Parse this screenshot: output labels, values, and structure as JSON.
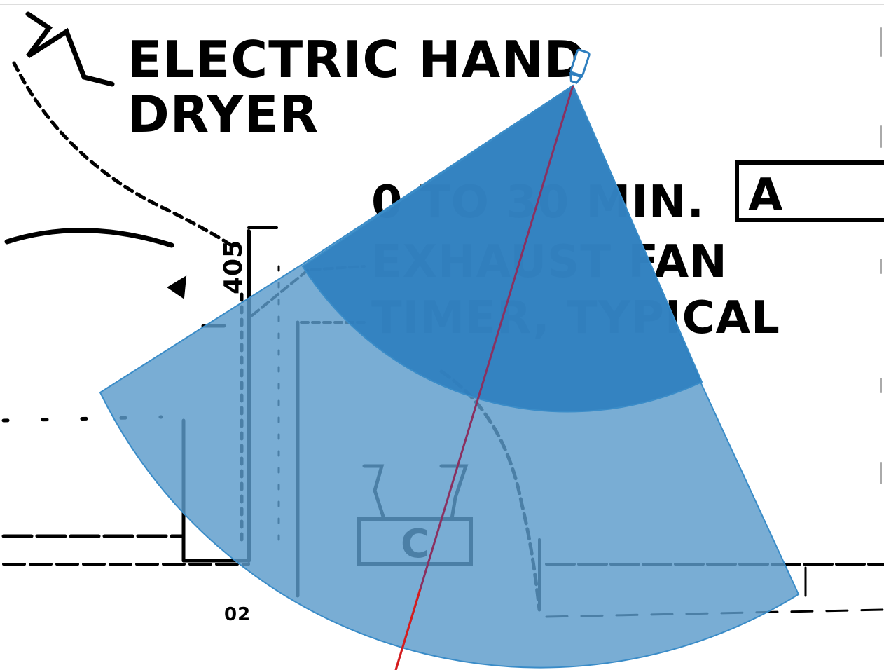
{
  "drawing": {
    "title_line1": "ELECTRIC HAND",
    "title_line2": "DRYER",
    "note_line1": "0 TO 30 MIN.",
    "note_line2": "EXHAUST FAN",
    "note_line3": "TIMER, TYPICAL",
    "tag_a": "A",
    "tag_c": "C",
    "dimension_label": "405",
    "small_label": "02"
  },
  "camera_view": {
    "fill_outer": "#5b9bcb",
    "fill_inner": "#2f7fbf",
    "outline": "#3a8cc8",
    "direction_line": "#d81b1b"
  }
}
